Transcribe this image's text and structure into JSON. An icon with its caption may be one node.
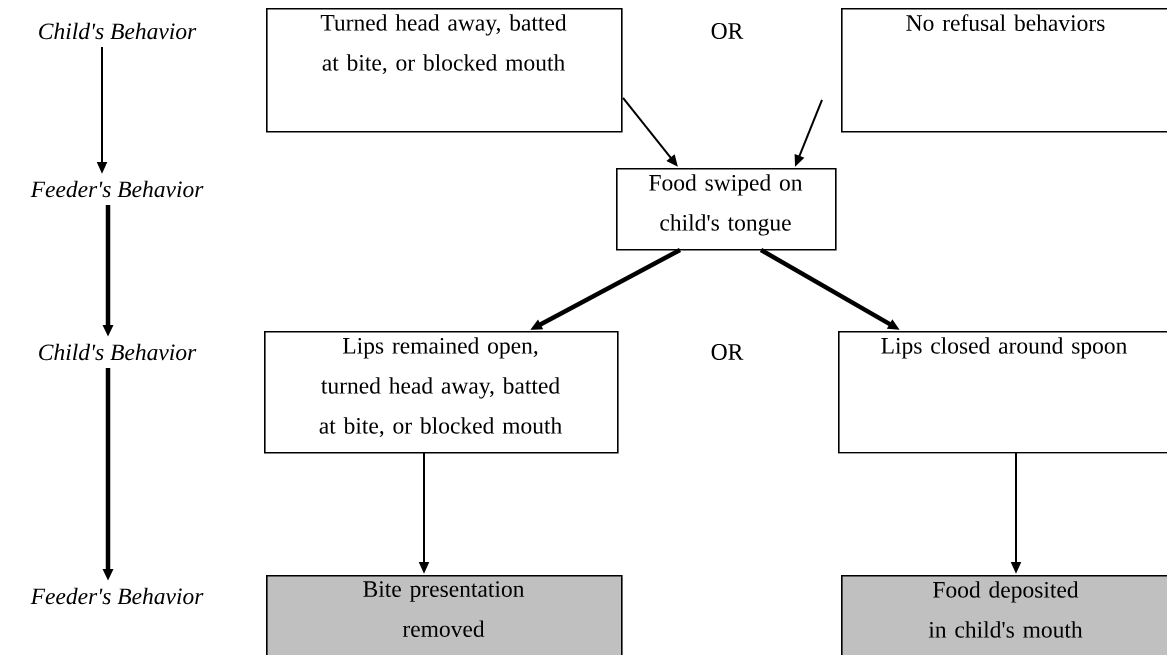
{
  "diagram": {
    "nodes": [
      {
        "text": [
          "Child's Behavior"
        ]
      },
      {
        "text": [
          "Turned head away, batted at bite, or blocked mouth"
        ]
      },
      {
        "text": [
          "No refusal behaviors"
        ]
      },
      {
        "text": [
          "Feeder's Behavior"
        ]
      },
      {
        "text": [
          "Food swiped on child's tongue"
        ]
      },
      {
        "text": [
          "Child's Behavior"
        ]
      },
      {
        "text": [
          "Lips remained open, turned head away, batted at bite, or blocked mouth"
        ]
      },
      {
        "text": [
          "Lips closed around spoon"
        ]
      },
      {
        "text": [
          "Feeder's Behavior"
        ]
      },
      {
        "text": [
          "Bite presentation removed"
        ]
      },
      {
        "text": [
          "Food deposited in child's mouth"
        ]
      }
    ],
    "edges": [
      {
        "from": 0,
        "to": 3,
        "arrow": "to"
      },
      {
        "from": 3,
        "to": 5,
        "arrow": "to",
        "style": "thick"
      },
      {
        "from": 5,
        "to": 8,
        "arrow": "to",
        "style": "thick"
      },
      {
        "from": 1,
        "to": 4,
        "arrow": "to"
      },
      {
        "from": 2,
        "to": 4,
        "arrow": "to"
      },
      {
        "from": 4,
        "to": 6,
        "arrow": "to",
        "style": "thick"
      },
      {
        "from": 4,
        "to": 7,
        "arrow": "to",
        "style": "thick"
      },
      {
        "from": 6,
        "to": 9,
        "arrow": "to"
      },
      {
        "from": 7,
        "to": 10,
        "arrow": "to"
      }
    ],
    "labels": [
      "OR",
      "OR"
    ]
  }
}
